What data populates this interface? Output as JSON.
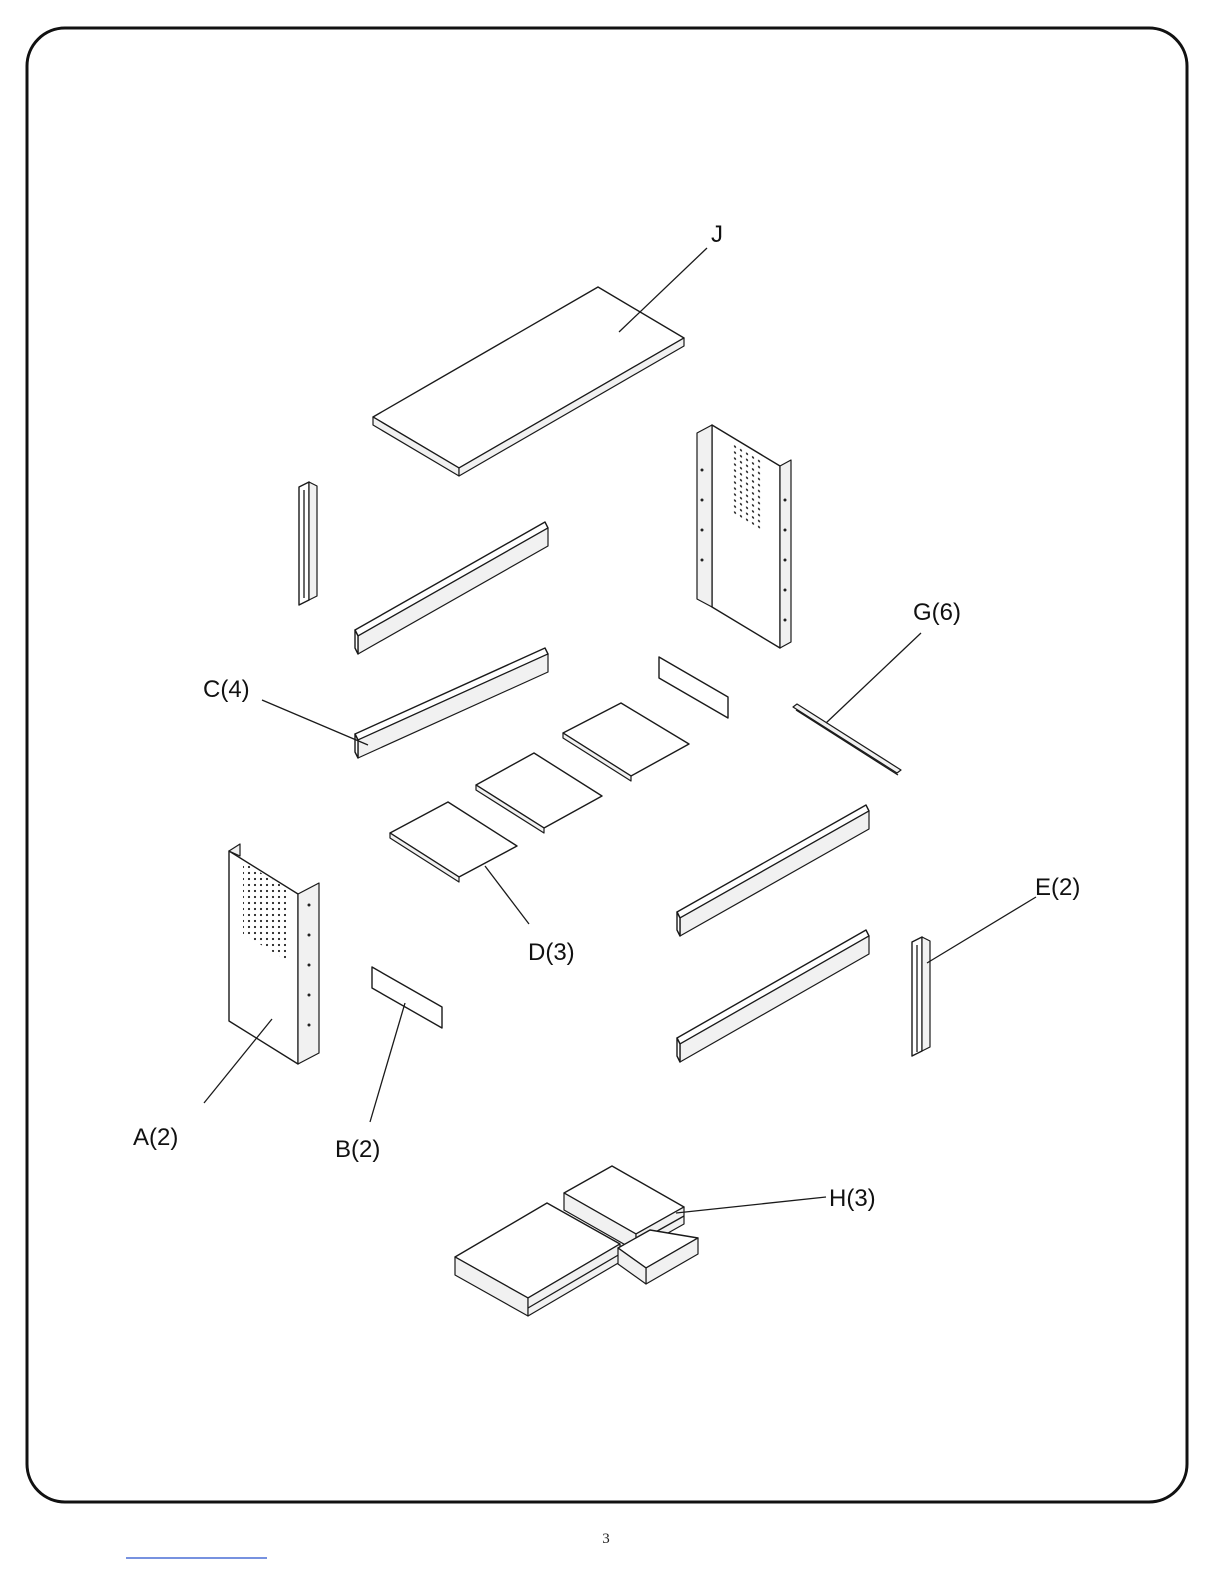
{
  "labels": {
    "J": "J",
    "G": "G(6)",
    "C": "C(4)",
    "E": "E(2)",
    "D": "D(3)",
    "A": "A(2)",
    "B": "B(2)",
    "H": "H(3)"
  },
  "page_number": "3"
}
